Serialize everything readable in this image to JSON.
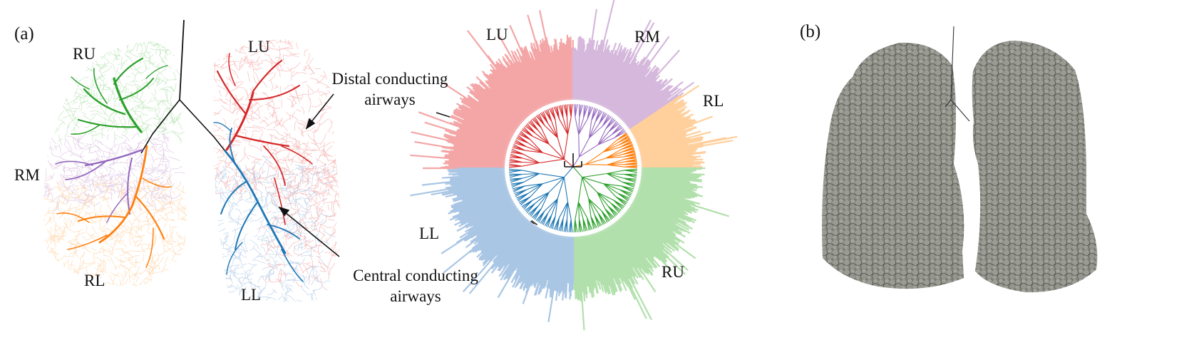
{
  "panels": {
    "a": {
      "tag": "(a)",
      "tree_labels": {
        "ru": "RU",
        "rm": "RM",
        "rl": "RL",
        "lu": "LU",
        "ll": "LL"
      },
      "annotations": {
        "distal_line1": "Distal conducting",
        "distal_line2": "airways",
        "central_line1": "Central conducting",
        "central_line2": "airways"
      },
      "circular_labels": {
        "lu": "LU",
        "rm": "RM",
        "rl": "RL",
        "ll": "LL",
        "ru": "RU"
      }
    },
    "b": {
      "tag": "(b)"
    }
  },
  "colors": {
    "lu": "#d62728",
    "ll": "#1f77b4",
    "ru": "#2ca02c",
    "rm": "#9467bd",
    "rl": "#ff7f0e",
    "lu_light": "#f4a6a6",
    "ll_light": "#a9c6e4",
    "ru_light": "#b2e0ac",
    "rm_light": "#d5b8dc",
    "rl_light": "#ffcf9c",
    "mesh": "#8a8c84",
    "mesh_dark": "#4e504a",
    "line": "#111111"
  }
}
